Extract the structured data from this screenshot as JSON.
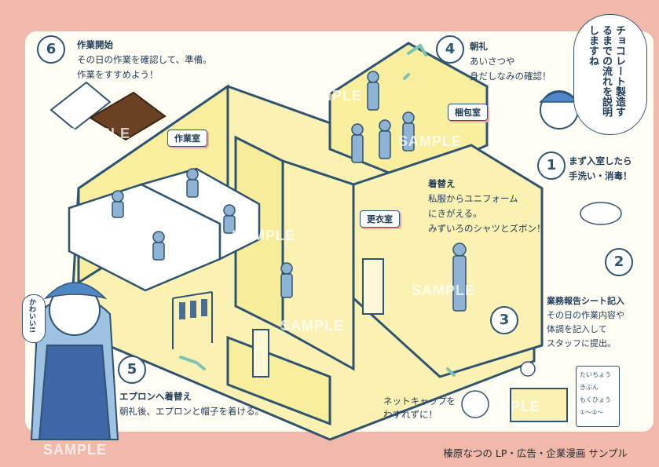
{
  "steps": [
    {
      "num": "1",
      "title": "まず入室したら",
      "body": "手洗い・消毒！"
    },
    {
      "num": "2",
      "title": "業務報告シート記入",
      "lines": [
        "その日の作業内容や",
        "体調を記入して",
        "スタッフに提出。"
      ]
    },
    {
      "num": "3",
      "title": "着替え",
      "lines": [
        "私服からユニフォーム",
        "にきがえる。",
        "みずいろのシャツとズボン！"
      ]
    },
    {
      "num": "4",
      "title": "朝礼",
      "lines": [
        "あいさつや",
        "身だしなみの確認！"
      ]
    },
    {
      "num": "5",
      "title": "エプロンへ着替え",
      "body": "朝礼後、エプロンと帽子を着ける。"
    },
    {
      "num": "6",
      "title": "作業開始",
      "lines": [
        "その日の作業を確認して、準備。",
        "作業をすすめよう！"
      ]
    }
  ],
  "rooms": {
    "work": "作業室",
    "pack": "梱包室",
    "change": "更衣室"
  },
  "intro": "チョコレート製造するまでの流れを説明しますね",
  "speech": "かわいい!!",
  "netcap": [
    "ネットキャップを",
    "わすれずに！"
  ],
  "memo": [
    "たいちょう",
    "きぶん",
    "もくひょう",
    "①〜②〜"
  ],
  "watermark": "SAMPLE",
  "footer": "榛原なつの LP・広告・企業漫画 サンプル"
}
